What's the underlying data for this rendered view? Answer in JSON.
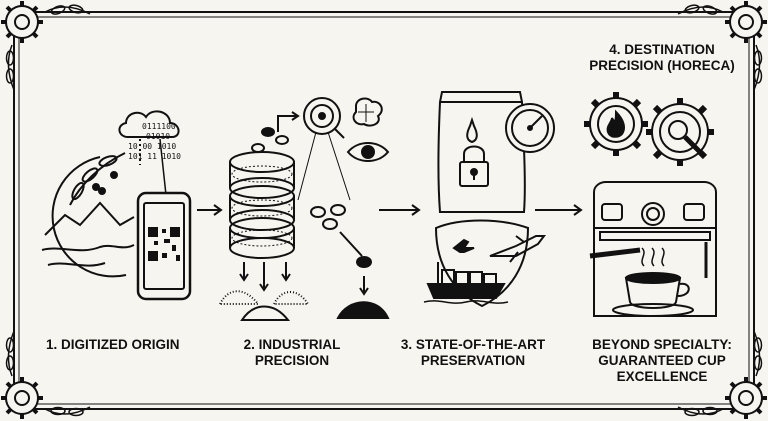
{
  "stages": [
    {
      "label_line1": "1. DIGITIZED ORIGIN",
      "label_line2": "",
      "qr_code_text": [
        "0111100",
        "01010",
        "10 00 1010",
        "101 11 1010"
      ]
    },
    {
      "label_line1": "2. INDUSTRIAL",
      "label_line2": "PRECISION"
    },
    {
      "label_line1": "3. STATE-OF-THE-ART",
      "label_line2": "PRESERVATION"
    },
    {
      "label_line1": "BEYOND SPECIALTY:",
      "label_line2": "GUARANTEED CUP",
      "label_line3": "EXCELLENCE"
    }
  ],
  "top_label": {
    "line1": "4. DESTINATION",
    "line2": "PRECISION (HORECA)"
  },
  "colors": {
    "ink": "#111111",
    "paper": "#f7f5ef"
  }
}
